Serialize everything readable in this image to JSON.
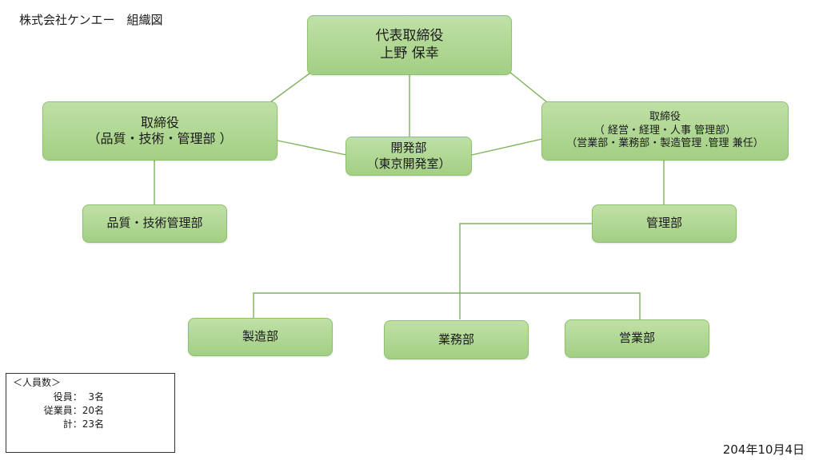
{
  "page": {
    "title": "株式会社ケンエー　組織図",
    "date": "204年10月4日"
  },
  "colors": {
    "box_fill_top": "#bfe0a6",
    "box_fill_bottom": "#a3cf84",
    "connector": "#7cb35a"
  },
  "org": {
    "ceo": {
      "line1": "代表取締役",
      "line2": "上野 保幸"
    },
    "director_quality": {
      "line1": "取締役",
      "line2": "（品質・技術・管理部 ）"
    },
    "dev": {
      "line1": "開発部",
      "line2": "（東京開発室）"
    },
    "director_admin": {
      "line1": "取締役",
      "line2": "（ 経営・経理・人事 管理部）",
      "line3": "（営業部・業務部・製造管理 .管理 兼任）"
    },
    "quality_dept": {
      "label": "品質・技術管理部"
    },
    "admin_dept": {
      "label": "管理部"
    },
    "manufacturing": {
      "label": "製造部"
    },
    "business": {
      "label": "業務部"
    },
    "sales": {
      "label": "営業部"
    }
  },
  "headcount": {
    "title": "＜人員数＞",
    "officers": "役員：  3名",
    "employees": "従業員：20名",
    "total": "計：23名"
  }
}
